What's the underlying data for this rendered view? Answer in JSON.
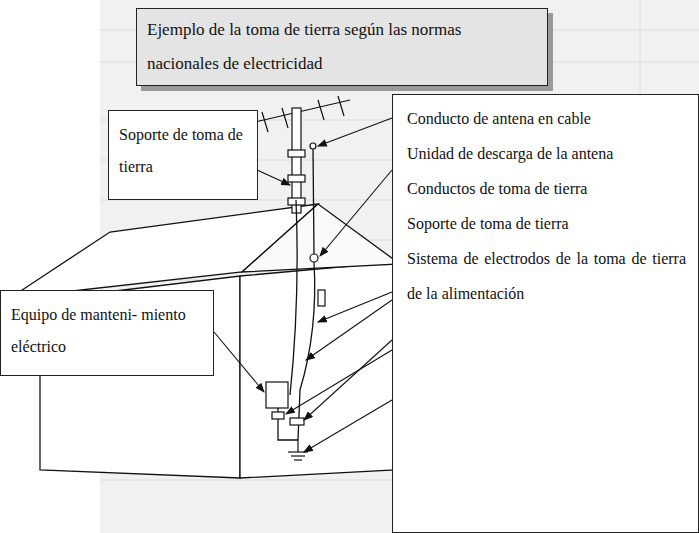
{
  "diagram": {
    "title": "Ejemplo de la toma de tierra según las normas nacionales de electricidad",
    "nodes": [
      {
        "text": [
          "Soporte de toma de tierra"
        ]
      },
      {
        "text": [
          "Equipo de manteni- miento eléctrico"
        ]
      },
      {
        "text": [
          "Conducto de antena en cable",
          "Unidad de descarga de la antena",
          "Conductos de toma de tierra",
          "Soporte de toma de tierra",
          "Sistema de electrodos de la toma de tierra de la alimentación"
        ]
      }
    ]
  }
}
